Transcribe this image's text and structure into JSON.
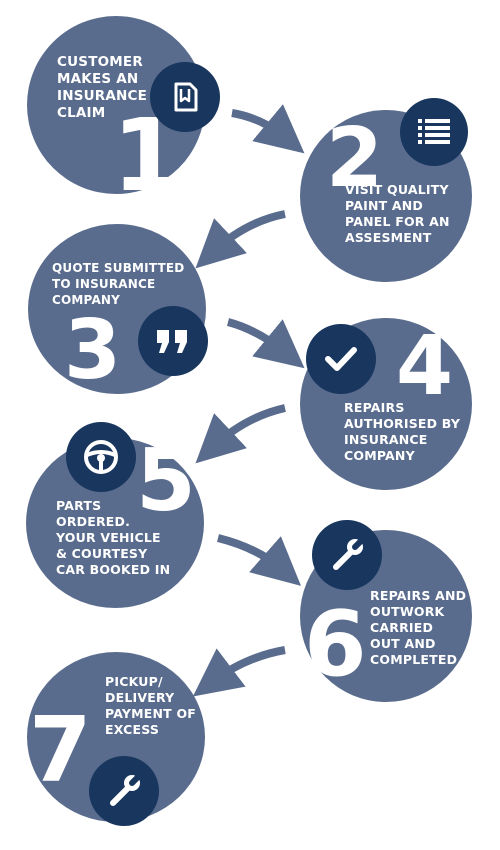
{
  "colors": {
    "circle": "#5a6c8d",
    "badge": "#18365e",
    "arrow": "#5a6c8d",
    "text": "#ffffff"
  },
  "steps": [
    {
      "number": "1",
      "icon": "document-icon",
      "lines": [
        "CUSTOMER",
        "MAKES AN",
        "INSURANCE",
        "CLAIM"
      ]
    },
    {
      "number": "2",
      "icon": "list-icon",
      "lines": [
        "VISIT QUALITY",
        "PAINT AND",
        "PANEL FOR AN",
        "ASSESMENT"
      ]
    },
    {
      "number": "3",
      "icon": "quote-icon",
      "lines": [
        "QUOTE SUBMITTED",
        "TO INSURANCE",
        "COMPANY"
      ]
    },
    {
      "number": "4",
      "icon": "checkmark-icon",
      "lines": [
        "REPAIRS",
        "AUTHORISED BY",
        "INSURANCE",
        "COMPANY"
      ]
    },
    {
      "number": "5",
      "icon": "steering-wheel-icon",
      "lines": [
        "PARTS",
        "ORDERED.",
        "YOUR VEHICLE",
        "& COURTESY",
        "CAR BOOKED IN"
      ]
    },
    {
      "number": "6",
      "icon": "wrench-icon",
      "lines": [
        "REPAIRS AND",
        "OUTWORK",
        "CARRIED",
        "OUT AND",
        "COMPLETED"
      ]
    },
    {
      "number": "7",
      "icon": "wrench-icon",
      "lines": [
        "PICKUP/",
        "DELIVERY",
        "PAYMENT OF",
        "EXCESS"
      ]
    }
  ]
}
